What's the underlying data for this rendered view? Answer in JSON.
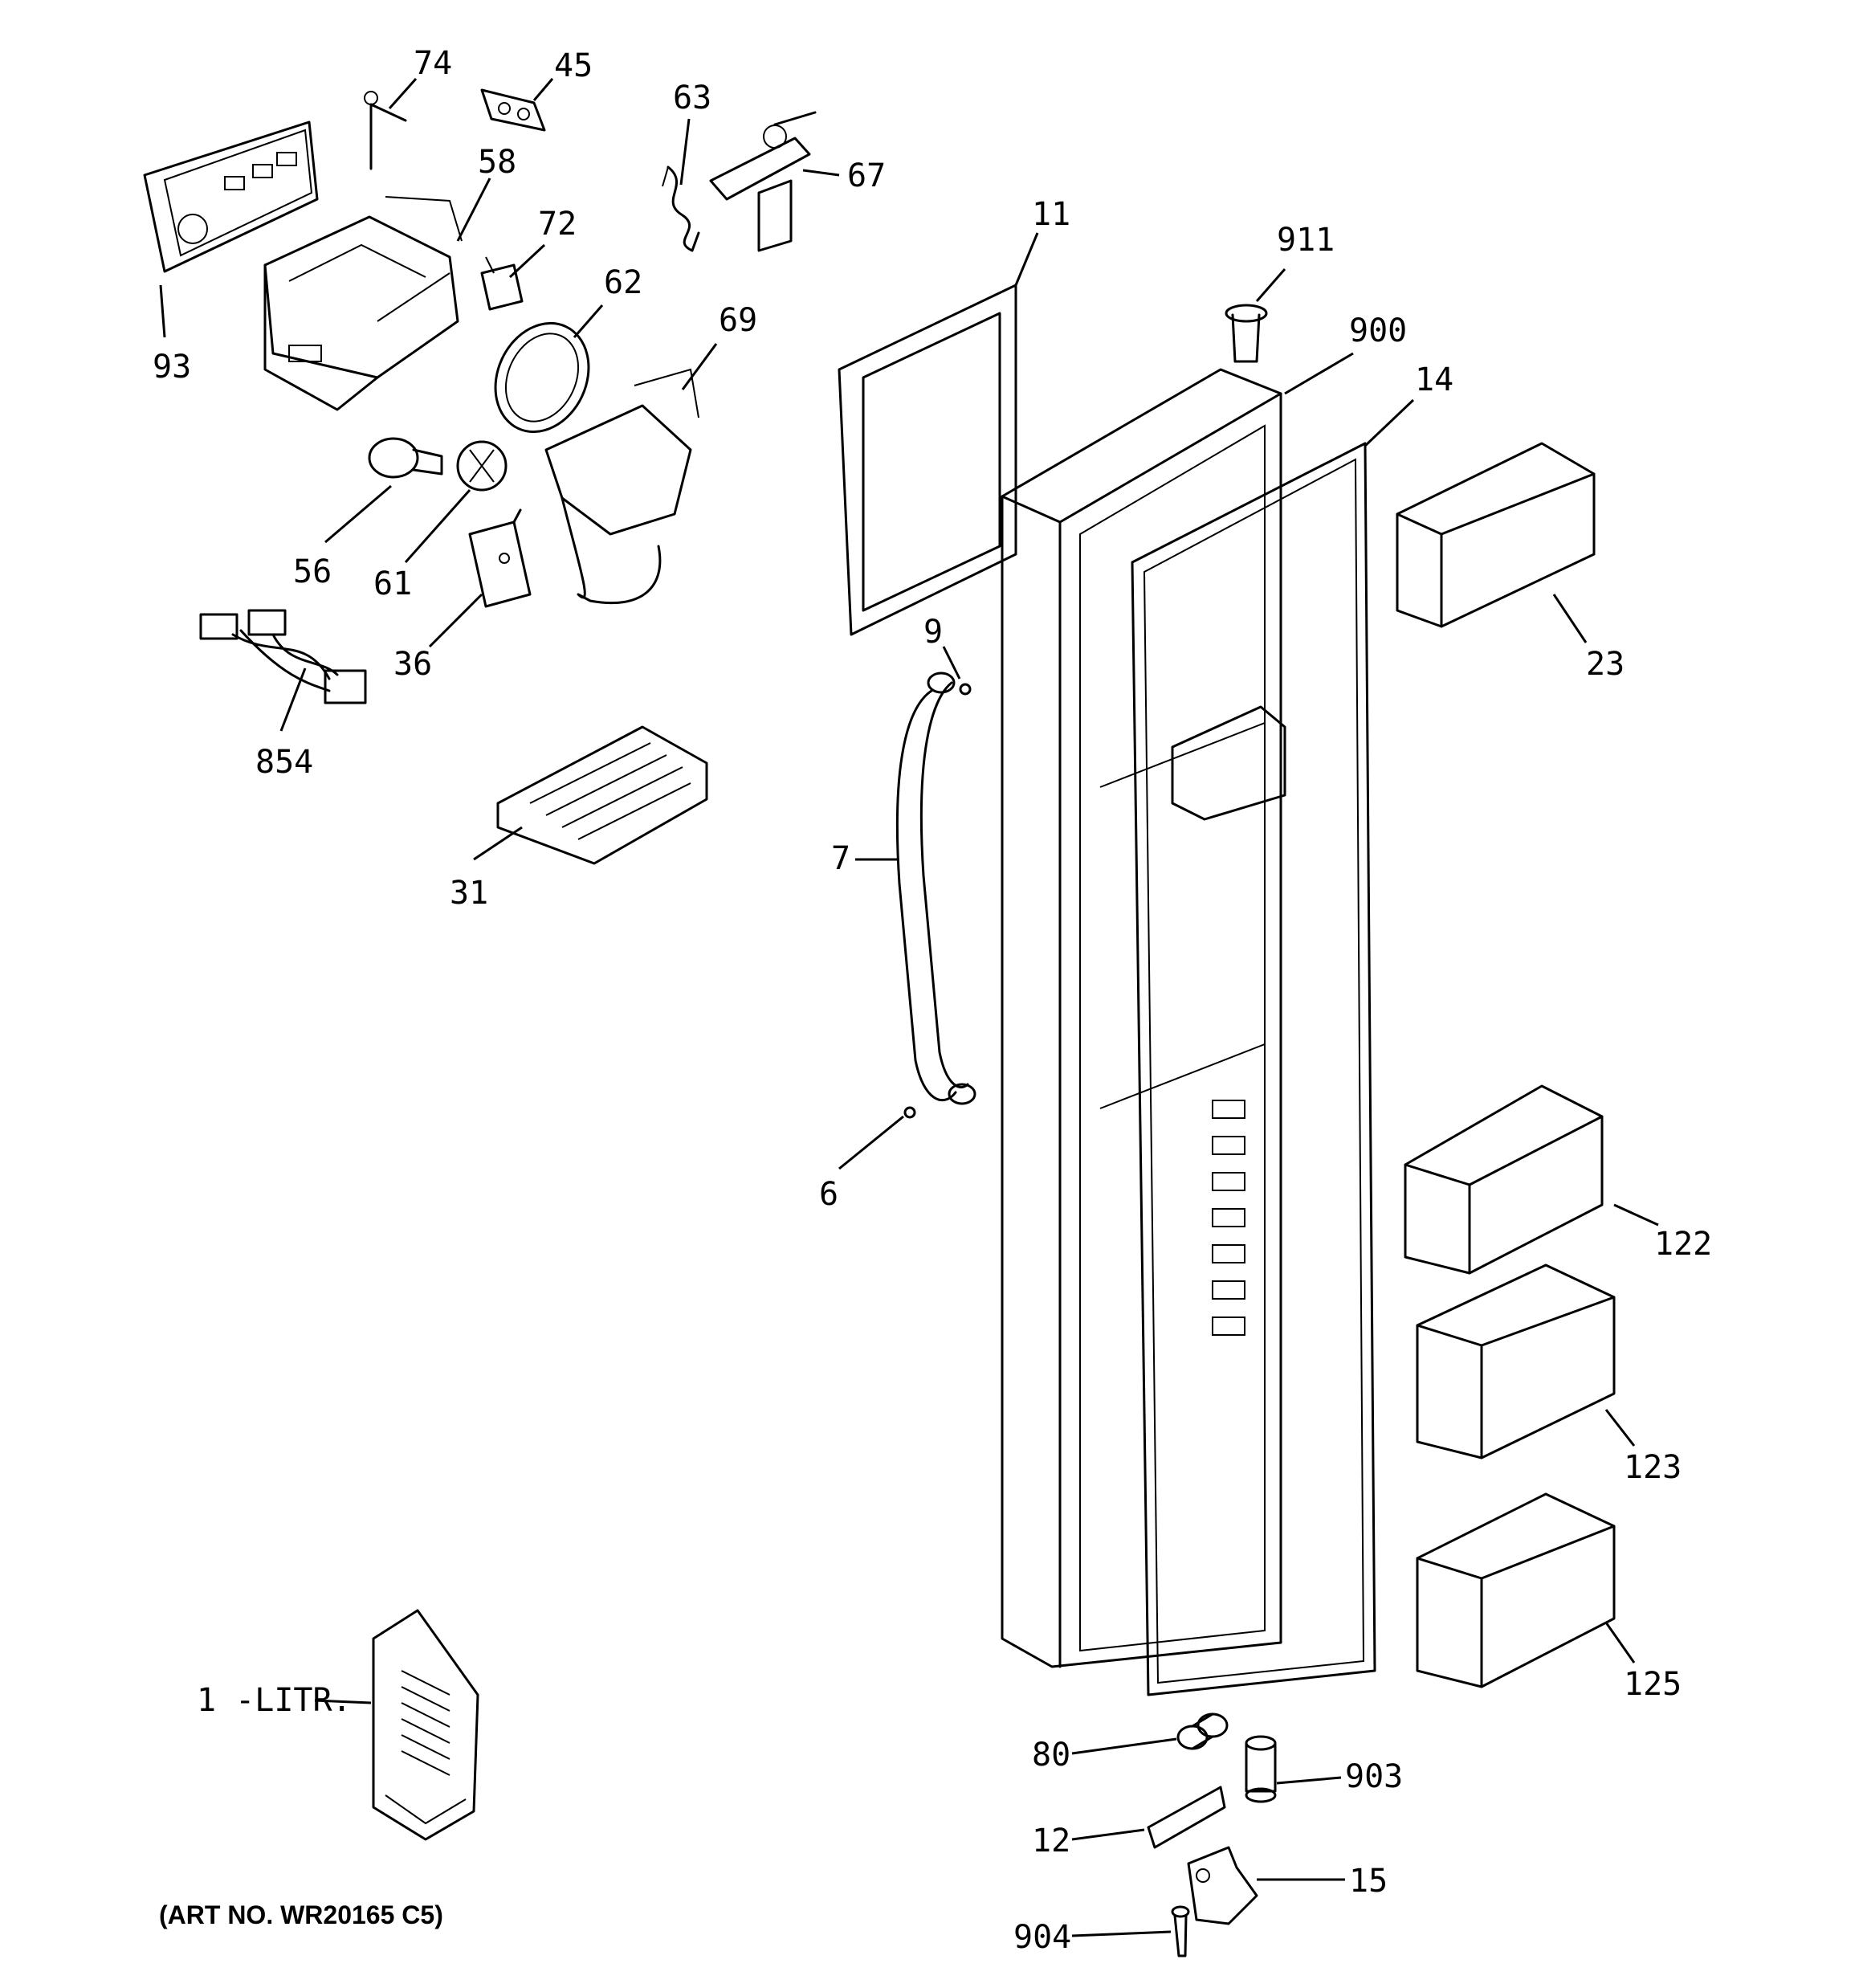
{
  "callouts": {
    "c74": "74",
    "c45": "45",
    "c63": "63",
    "c67": "67",
    "c58": "58",
    "c72": "72",
    "c93": "93",
    "c62": "62",
    "c69": "69",
    "c11": "11",
    "c911": "911",
    "c900": "900",
    "c14": "14",
    "c23": "23",
    "c56": "56",
    "c61": "61",
    "c36": "36",
    "c854": "854",
    "c9": "9",
    "c31": "31",
    "c7": "7",
    "c6": "6",
    "c122": "122",
    "c123": "123",
    "c125": "125",
    "c1": "1 -LITR.",
    "c80": "80",
    "c903": "903",
    "c12": "12",
    "c15": "15",
    "c904": "904"
  },
  "art_number": "(ART NO. WR20165 C5)"
}
